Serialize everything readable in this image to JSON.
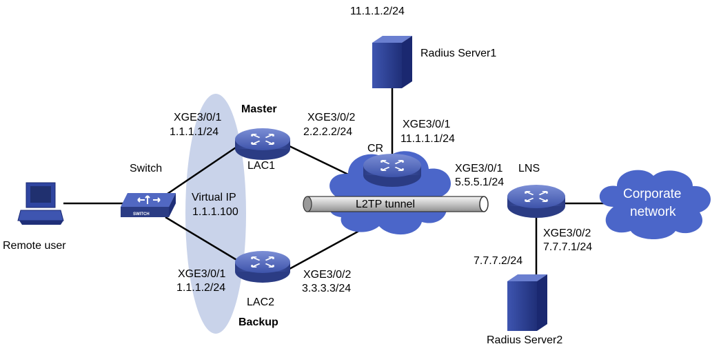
{
  "nodes": {
    "remote_user": {
      "label": "Remote user"
    },
    "switch": {
      "label": "Switch",
      "badge": "SWITCH"
    },
    "lac1": {
      "label": "LAC1",
      "role": "Master",
      "interface": "XGE3/0/1",
      "ip": "1.1.1.1/24",
      "uplink_interface": "XGE3/0/2",
      "uplink_ip": "2.2.2.2/24"
    },
    "lac2": {
      "label": "LAC2",
      "role": "Backup",
      "interface": "XGE3/0/1",
      "ip": "1.1.1.2/24",
      "uplink_interface": "XGE3/0/2",
      "uplink_ip": "3.3.3.3/24"
    },
    "virtual_ip": {
      "label": "Virtual IP",
      "ip": "1.1.1.100"
    },
    "cr": {
      "label": "CR",
      "interface": "XGE3/0/1",
      "ip": "11.1.1.1/24"
    },
    "radius1": {
      "label": "Radius Server1",
      "ip": "11.1.1.2/24"
    },
    "lns": {
      "label": "LNS",
      "interface": "XGE3/0/1",
      "ip": "5.5.5.1/24",
      "down_interface": "XGE3/0/2",
      "down_ip": "7.7.7.1/24"
    },
    "radius2": {
      "label": "Radius Server2",
      "ip": "7.7.7.2/24"
    },
    "corporate": {
      "line1": "Corporate",
      "line2": "network"
    }
  },
  "tunnel": {
    "label": "L2TP tunnel"
  },
  "colors": {
    "device_blue": "#3f54a8",
    "cloud_blue": "#4b66c9",
    "vrrp_ellipse": "#c9d3ea",
    "tunnel_gray": "#bfbfbf"
  }
}
